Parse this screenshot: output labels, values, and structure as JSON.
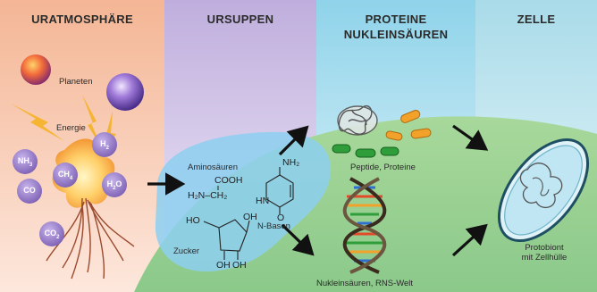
{
  "sections": [
    {
      "id": "uratmosphaere",
      "title": "URATMOSPHÄRE",
      "color": "#f6c4a6"
    },
    {
      "id": "ursuppen",
      "title": "URSUPPEN",
      "color": "#cdbde3"
    },
    {
      "id": "proteine",
      "title_line1": "PROTEINE",
      "title_line2": "NUKLEINSÄUREN",
      "color": "#a9dced"
    },
    {
      "id": "zelle",
      "title": "ZELLE",
      "color": "#bfe4ec"
    }
  ],
  "atmosphere": {
    "planet_label": "Planeten",
    "energy_label": "Energie",
    "molecules": [
      {
        "text": "NH",
        "sub": "3"
      },
      {
        "text": "CH",
        "sub": "4"
      },
      {
        "text": "H",
        "sub": "2"
      },
      {
        "text": "CO",
        "sub": ""
      },
      {
        "text": "H",
        "sub": "2",
        "suffix": "O"
      },
      {
        "text": "CO",
        "sub": "2"
      }
    ]
  },
  "soup": {
    "amino_label": "Aminosäuren",
    "amino_cooh": "COOH",
    "amino_chain": "H₂N–CH₂",
    "nbase_nh2": "NH₂",
    "nbase_hn": "HN",
    "nbase_o": "O",
    "nbase_label": "N-Basen",
    "sugar_label": "Zucker",
    "sugar_ho": "HO",
    "sugar_oh_top": "OH",
    "sugar_oh_left": "OH",
    "sugar_oh_right": "OH"
  },
  "macro": {
    "peptide_label": "Peptide, Proteine",
    "nucleic_label": "Nukleinsäuren, RNS-Welt"
  },
  "cell": {
    "label_line1": "Protobiont",
    "label_line2": "mit Zellhülle"
  },
  "colors": {
    "green_hill": "#9fd39a",
    "soup_blue": "#8fd0ee",
    "flame": "#f3a23a",
    "molecule": "#9b7fc6",
    "arrow": "#111111"
  }
}
